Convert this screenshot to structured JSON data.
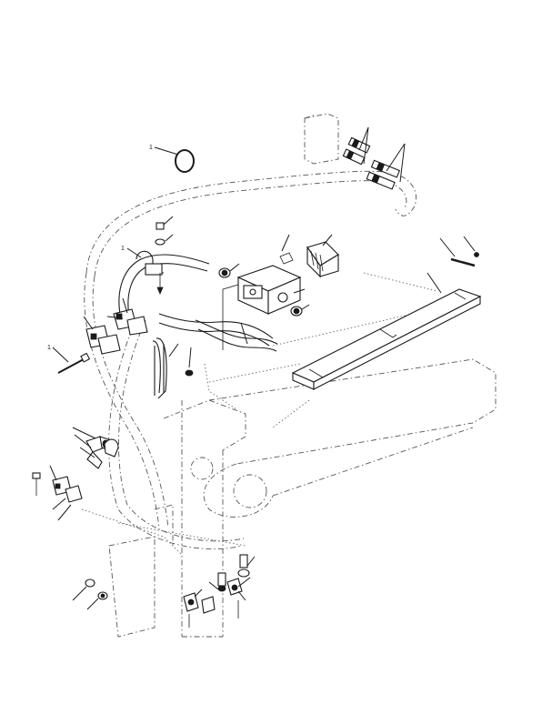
{
  "diagram": {
    "kind": "exploded parts illustration",
    "ink_color": "#1a1a1a",
    "background": "#ffffff",
    "parts": [
      {
        "name": "o-ring"
      },
      {
        "name": "hydraulic-hose-upper"
      },
      {
        "name": "hose-fittings-top"
      },
      {
        "name": "valve-block"
      },
      {
        "name": "manifold-housing"
      },
      {
        "name": "pipe-clamp"
      },
      {
        "name": "hose-clamp-plates"
      },
      {
        "name": "bolt"
      },
      {
        "name": "elbow-fittings"
      },
      {
        "name": "lower-fittings"
      },
      {
        "name": "nuts-and-washers"
      },
      {
        "name": "boom-arm"
      },
      {
        "name": "bracket-strap"
      }
    ]
  }
}
